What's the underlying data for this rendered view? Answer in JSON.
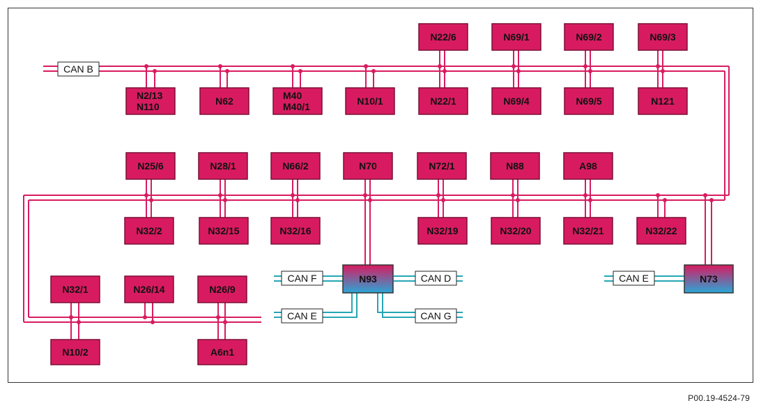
{
  "figure_ref": "P00.19-4524-79",
  "colors": {
    "can_b": "#d81b60",
    "module_fill": "#d81b60",
    "module_stroke": "#7a0f35",
    "other_bus": "#25a6b5",
    "gateway_top": "#d81b60",
    "gateway_bottom": "#2aa6d6"
  },
  "buses": {
    "can_b": "CAN B",
    "can_f": "CAN F",
    "can_d": "CAN D",
    "can_e_n93": "CAN E",
    "can_g": "CAN G",
    "can_e_n73": "CAN E"
  },
  "modules": {
    "n22_6": "N22/6",
    "n69_1": "N69/1",
    "n69_2": "N69/2",
    "n69_3": "N69/3",
    "n2_13": "N2/13",
    "n110": "N110",
    "n62": "N62",
    "m40": "M40",
    "m40_1": "M40/1",
    "n10_1": "N10/1",
    "n22_1": "N22/1",
    "n69_4": "N69/4",
    "n69_5": "N69/5",
    "n121": "N121",
    "n25_6": "N25/6",
    "n28_1": "N28/1",
    "n66_2": "N66/2",
    "n70": "N70",
    "n72_1": "N72/1",
    "n88": "N88",
    "a98": "A98",
    "n32_2": "N32/2",
    "n32_15": "N32/15",
    "n32_16": "N32/16",
    "n32_19": "N32/19",
    "n32_20": "N32/20",
    "n32_21": "N32/21",
    "n32_22": "N32/22",
    "n32_1": "N32/1",
    "n26_14": "N26/14",
    "n26_9": "N26/9",
    "n10_2": "N10/2",
    "a6n1": "A6n1"
  },
  "gateways": {
    "n93": "N93",
    "n73": "N73"
  }
}
